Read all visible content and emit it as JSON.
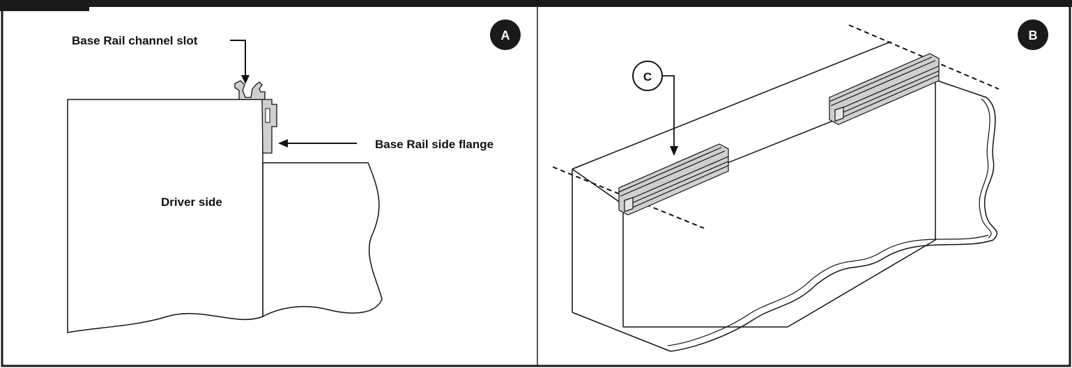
{
  "panel_a": {
    "badge": "A",
    "channel_slot_label": "Base Rail channel slot",
    "side_flange_label": "Base Rail side flange",
    "driver_side_label": "Driver side"
  },
  "panel_b": {
    "badge": "B",
    "callout": "C"
  },
  "colors": {
    "frame": "#1a1a1a",
    "badge_fill": "#1a1a1a",
    "rail_fill": "#cfcfcf",
    "line": "#111111"
  }
}
